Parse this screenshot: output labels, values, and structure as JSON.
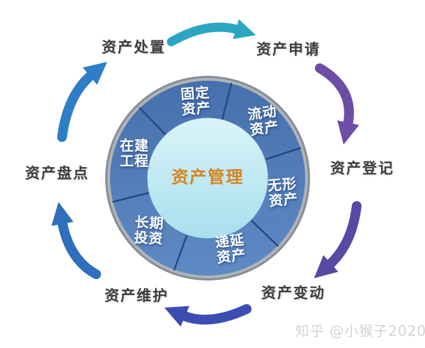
{
  "diagram": {
    "center_title": "资产管理",
    "ring_segments": [
      {
        "id": "fixed-assets",
        "label": "固定\n资产"
      },
      {
        "id": "current-assets",
        "label": "流动\n资产"
      },
      {
        "id": "intangible-assets",
        "label": "无形\n资产"
      },
      {
        "id": "deferred-assets",
        "label": "递延\n资产"
      },
      {
        "id": "long-term-investment",
        "label": "长期\n投资"
      },
      {
        "id": "construction-in-progress",
        "label": "在建\n工程"
      }
    ],
    "cycle_steps": [
      {
        "id": "asset-disposal",
        "label": "资产处置"
      },
      {
        "id": "asset-application",
        "label": "资产申请"
      },
      {
        "id": "asset-registration",
        "label": "资产登记"
      },
      {
        "id": "asset-change",
        "label": "资产变动"
      },
      {
        "id": "asset-maintenance",
        "label": "资产维护"
      },
      {
        "id": "asset-inventory",
        "label": "资产盘点"
      }
    ],
    "colors": {
      "arrow_teal": "#2aa6c3",
      "arrow_purple_upper": "#6e4da6",
      "arrow_purple_lower": "#5a48a5",
      "arrow_indigo": "#3c4cb2",
      "arrow_blue_lower": "#2f6fbb",
      "arrow_blue_upper": "#2d7ec6",
      "ring_divider": "#24477c",
      "center_text": "#cf8524"
    }
  },
  "watermark": {
    "text": "知乎 @小猴子2020"
  }
}
